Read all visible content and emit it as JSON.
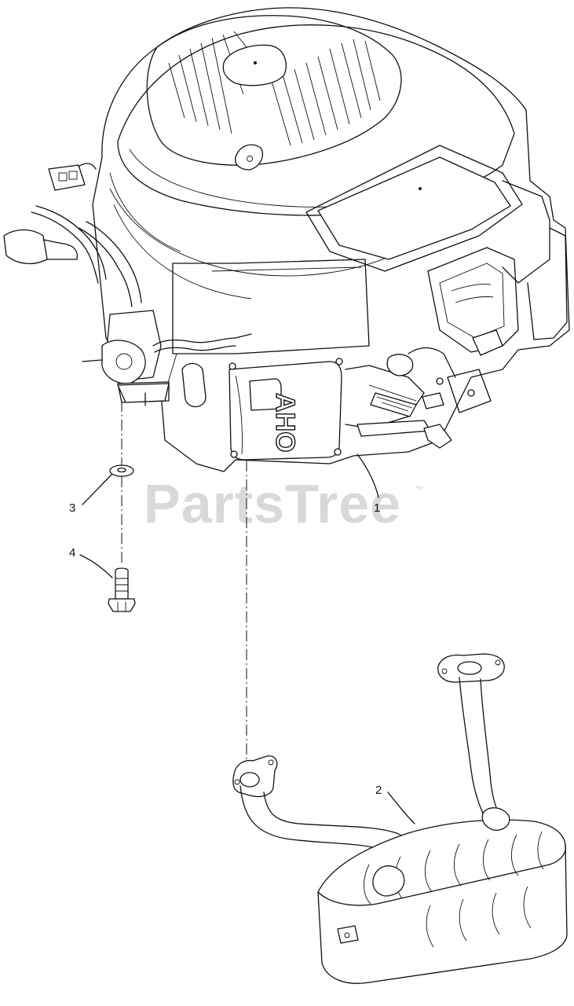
{
  "watermark": {
    "text": "PartsTree",
    "trademark": "™"
  },
  "callouts": [
    {
      "number": "1",
      "part": "engine"
    },
    {
      "number": "2",
      "part": "muffler"
    },
    {
      "number": "3",
      "part": "washer"
    },
    {
      "number": "4",
      "part": "bolt"
    }
  ],
  "engine_label": "AHO"
}
